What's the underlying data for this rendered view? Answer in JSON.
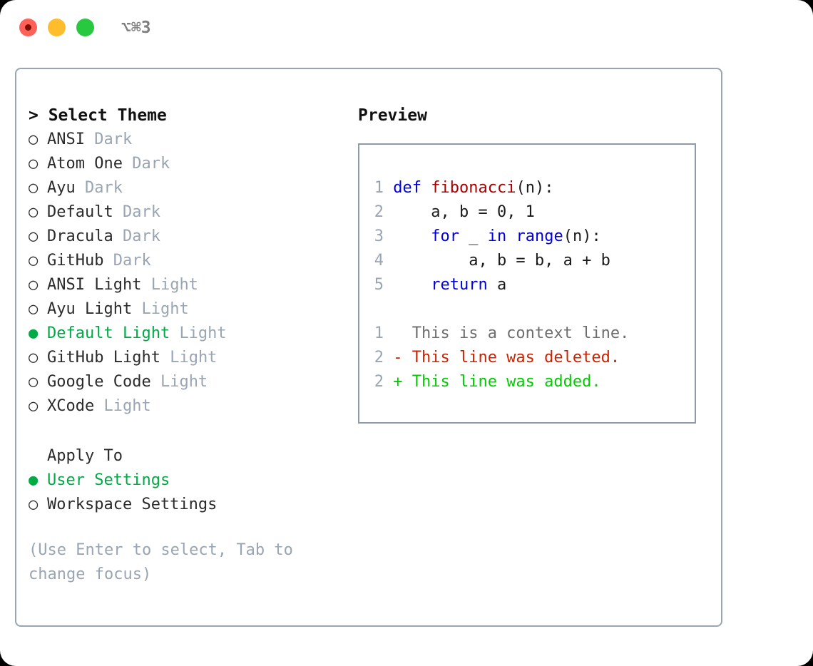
{
  "titlebar": {
    "shortcut": "⌥⌘3",
    "buttons": {
      "close": "close",
      "minimize": "minimize",
      "maximize": "maximize"
    }
  },
  "theme_list": {
    "header": "> Select Theme",
    "items": [
      {
        "marker": "○",
        "label": "ANSI",
        "tag": "Dark",
        "selected": false
      },
      {
        "marker": "○",
        "label": "Atom One",
        "tag": "Dark",
        "selected": false
      },
      {
        "marker": "○",
        "label": "Ayu",
        "tag": "Dark",
        "selected": false
      },
      {
        "marker": "○",
        "label": "Default",
        "tag": "Dark",
        "selected": false
      },
      {
        "marker": "○",
        "label": "Dracula",
        "tag": "Dark",
        "selected": false
      },
      {
        "marker": "○",
        "label": "GitHub",
        "tag": "Dark",
        "selected": false
      },
      {
        "marker": "○",
        "label": "ANSI Light",
        "tag": "Light",
        "selected": false
      },
      {
        "marker": "○",
        "label": "Ayu Light",
        "tag": "Light",
        "selected": false
      },
      {
        "marker": "●",
        "label": "Default Light",
        "tag": "Light",
        "selected": true
      },
      {
        "marker": "○",
        "label": "GitHub Light",
        "tag": "Light",
        "selected": false
      },
      {
        "marker": "○",
        "label": "Google Code",
        "tag": "Light",
        "selected": false
      },
      {
        "marker": "○",
        "label": "XCode",
        "tag": "Light",
        "selected": false
      }
    ]
  },
  "apply_to": {
    "header": "Apply To",
    "items": [
      {
        "marker": "●",
        "label": "User Settings",
        "selected": true
      },
      {
        "marker": "○",
        "label": "Workspace Settings",
        "selected": false
      }
    ]
  },
  "hint": "(Use Enter to select, Tab to change focus)",
  "preview": {
    "header": "Preview",
    "code_lines": [
      {
        "num": "1",
        "tokens": [
          {
            "t": "def ",
            "c": "kw"
          },
          {
            "t": "fibonacci",
            "c": "fn"
          },
          {
            "t": "(n):",
            "c": "plain"
          }
        ]
      },
      {
        "num": "2",
        "tokens": [
          {
            "t": "    a, b = 0, 1",
            "c": "plain"
          }
        ]
      },
      {
        "num": "3",
        "tokens": [
          {
            "t": "    ",
            "c": "plain"
          },
          {
            "t": "for",
            "c": "kw"
          },
          {
            "t": " _ ",
            "c": "plain"
          },
          {
            "t": "in",
            "c": "kw"
          },
          {
            "t": " ",
            "c": "plain"
          },
          {
            "t": "range",
            "c": "kw"
          },
          {
            "t": "(n):",
            "c": "plain"
          }
        ]
      },
      {
        "num": "4",
        "tokens": [
          {
            "t": "        a, b = b, a + b",
            "c": "plain"
          }
        ]
      },
      {
        "num": "5",
        "tokens": [
          {
            "t": "    ",
            "c": "plain"
          },
          {
            "t": "return",
            "c": "kw"
          },
          {
            "t": " a",
            "c": "plain"
          }
        ]
      }
    ],
    "diff_lines": [
      {
        "num": "1",
        "text": "  This is a context line.",
        "kind": "diff-ctx"
      },
      {
        "num": "2",
        "text": "- This line was deleted.",
        "kind": "diff-del"
      },
      {
        "num": "2",
        "text": "+ This line was added.",
        "kind": "diff-add"
      }
    ]
  },
  "colors": {
    "selection_green": "#00aa44",
    "tag_gray": "#9aa5b4",
    "border": "#9aa5b4",
    "keyword_blue": "#0000dd",
    "function_red": "#aa0000",
    "diff_added": "#00cc00",
    "diff_deleted": "#cc2200",
    "traffic_red": "#ff6057",
    "traffic_yellow": "#ffbd2e",
    "traffic_green": "#28c840"
  }
}
